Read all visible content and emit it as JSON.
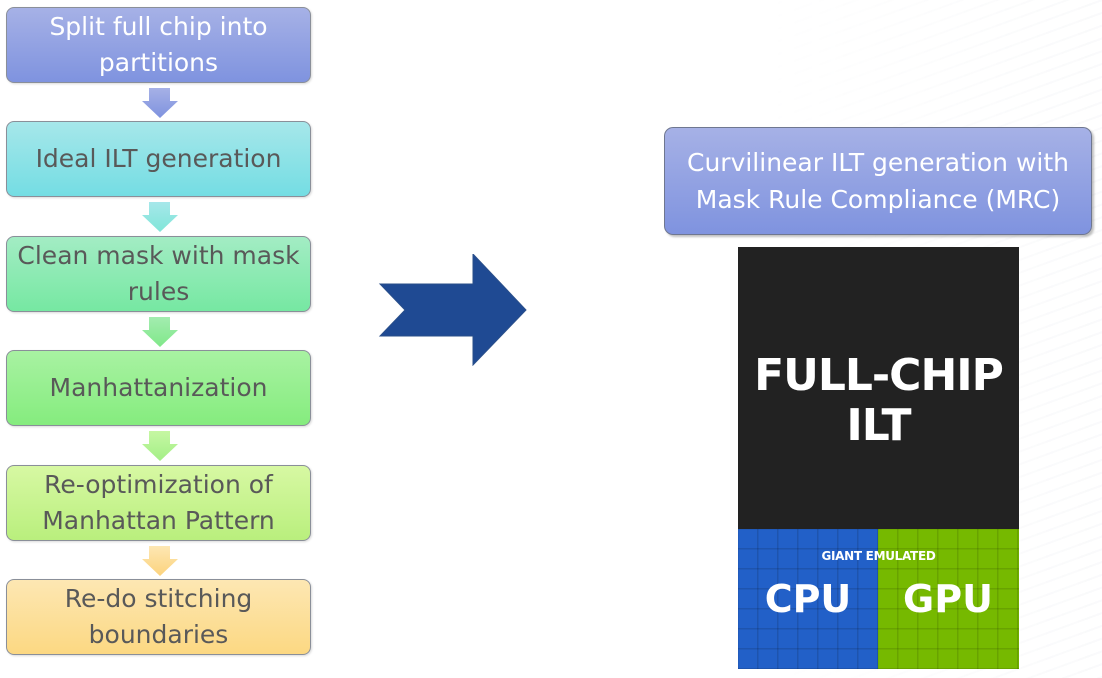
{
  "flow_steps": [
    {
      "label": "Split full chip into partitions",
      "color": "#8f9fe2"
    },
    {
      "label": "Ideal ILT generation",
      "color": "#8de2e6"
    },
    {
      "label": "Clean mask with mask rules",
      "color": "#8deab3"
    },
    {
      "label": "Manhattanization",
      "color": "#96ef90"
    },
    {
      "label": "Re-optimization of Manhattan Pattern",
      "color": "#c8f390"
    },
    {
      "label": "Re-do stitching boundaries",
      "color": "#fce09a"
    }
  ],
  "connector_colors": [
    "#8f9fe2",
    "#8de2e6",
    "#8deab3",
    "#a8f094",
    "#fcd98a"
  ],
  "transition_arrow": {
    "icon": "right-arrow-icon",
    "color": "#1f4a93"
  },
  "result": {
    "label": "Curvilinear ILT generation with Mask Rule Compliance (MRC)",
    "color": "#8f9fe2"
  },
  "chip_graphic": {
    "title_line1": "FULL-CHIP",
    "title_line2": "ILT",
    "subtitle": "GIANT EMULATED",
    "left_label": "CPU",
    "right_label": "GPU",
    "colors": {
      "top": "#222222",
      "cpu": "#2260c8",
      "gpu": "#76b900"
    }
  }
}
